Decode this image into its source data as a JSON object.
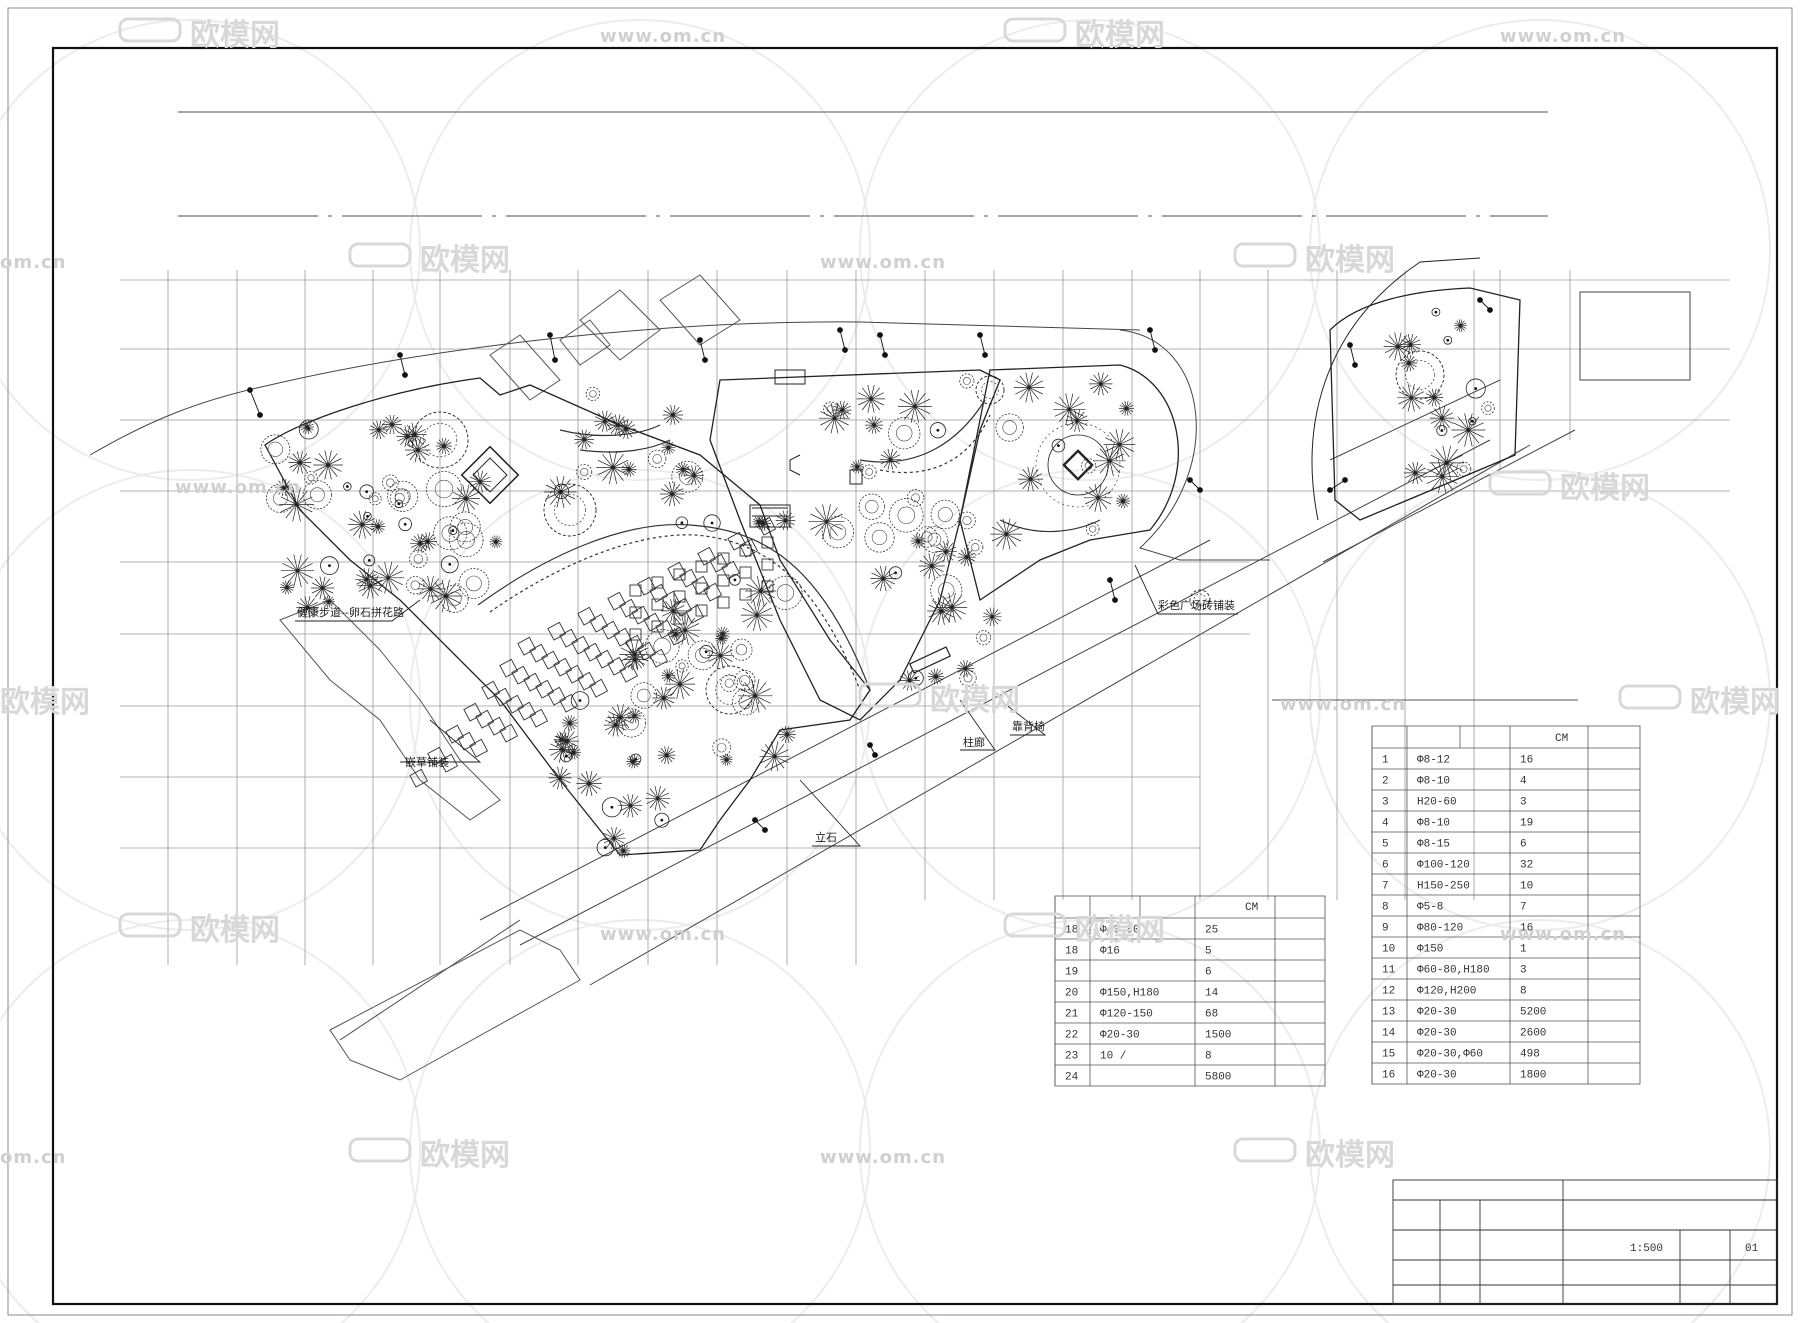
{
  "plan_labels": {
    "fitness_path": "健康步道--卵石拼花路",
    "colored_plaza": "彩色广场砖铺装",
    "backrest_bench": "靠背椅",
    "pillar_corridor": "柱廊",
    "standing_stone": "立石",
    "inlaid_paving": "嵌草铺装"
  },
  "watermark": {
    "brand": "欧模网",
    "url": "www.om.cn",
    "url_partial": "om.cn",
    "brand_partial": "欧模网"
  },
  "table_left": {
    "header": "CM",
    "rows": [
      {
        "no": "18",
        "spec": "Φ40-80",
        "qty": "25"
      },
      {
        "no": "18",
        "spec": "Φ16",
        "qty": "5"
      },
      {
        "no": "19",
        "spec": "",
        "qty": "6"
      },
      {
        "no": "20",
        "spec": "Φ150,H180",
        "qty": "14"
      },
      {
        "no": "21",
        "spec": "Φ120-150",
        "qty": "68"
      },
      {
        "no": "22",
        "spec": "Φ20-30",
        "qty": "1500"
      },
      {
        "no": "23",
        "spec": "10  /",
        "qty": "8"
      },
      {
        "no": "24",
        "spec": "",
        "qty": "5800"
      }
    ]
  },
  "table_right": {
    "header": "CM",
    "rows": [
      {
        "no": "1",
        "spec": "Φ8-12",
        "qty": "16"
      },
      {
        "no": "2",
        "spec": "Φ8-10",
        "qty": "4"
      },
      {
        "no": "3",
        "spec": "H20-60",
        "qty": "3"
      },
      {
        "no": "4",
        "spec": "Φ8-10",
        "qty": "19"
      },
      {
        "no": "5",
        "spec": "Φ8-15",
        "qty": "6"
      },
      {
        "no": "6",
        "spec": "Φ100-120",
        "qty": "32"
      },
      {
        "no": "7",
        "spec": "H150-250",
        "qty": "10"
      },
      {
        "no": "8",
        "spec": "Φ5-8",
        "qty": "7"
      },
      {
        "no": "9",
        "spec": "Φ80-120",
        "qty": "16"
      },
      {
        "no": "10",
        "spec": "Φ150",
        "qty": "1"
      },
      {
        "no": "11",
        "spec": "Φ60-80,H180",
        "qty": "3"
      },
      {
        "no": "12",
        "spec": "Φ120,H200",
        "qty": "8"
      },
      {
        "no": "13",
        "spec": "Φ20-30",
        "qty": "5200"
      },
      {
        "no": "14",
        "spec": "Φ20-30",
        "qty": "2600"
      },
      {
        "no": "15",
        "spec": "Φ20-30,Φ60",
        "qty": "498"
      },
      {
        "no": "16",
        "spec": "Φ20-30",
        "qty": "1800"
      }
    ]
  },
  "title_block": {
    "scale": "1:500",
    "sheet_no": "01"
  }
}
